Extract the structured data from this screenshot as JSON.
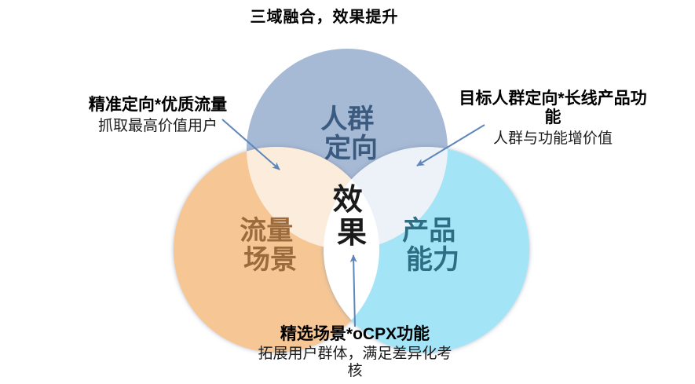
{
  "title": "三域融合，效果提升",
  "colors": {
    "audience_circle": "#a6b9d5",
    "traffic_circle": "#f6c795",
    "product_circle": "#a4e4f7",
    "overlap_audience_traffic": "#fbecdb",
    "overlap_audience_product": "#edf1f8",
    "center_region": "#ffffff",
    "audience_text": "#3a5a80",
    "traffic_text": "#9c6b3d",
    "product_text": "#2e6d83",
    "center_text": "#1a1a1a",
    "arrow": "#5e86ba"
  },
  "venn": {
    "circles": [
      {
        "id": "audience-targeting",
        "lines": [
          "人群",
          "定向"
        ]
      },
      {
        "id": "traffic-scenarios",
        "lines": [
          "流量",
          "场景"
        ]
      },
      {
        "id": "product-capability",
        "lines": [
          "产品",
          "能力"
        ]
      }
    ],
    "center": {
      "lines": [
        "效",
        "果"
      ]
    }
  },
  "annotations": {
    "left": {
      "headline": "精准定向*优质流量",
      "detail": "抓取最高价值用户"
    },
    "right": {
      "headline": "目标人群定向*长线产品功能",
      "detail": "人群与功能增价值"
    },
    "bottom": {
      "headline": "精选场景*oCPX功能",
      "detail": "拓展用户群体，满足差异化考核"
    }
  }
}
